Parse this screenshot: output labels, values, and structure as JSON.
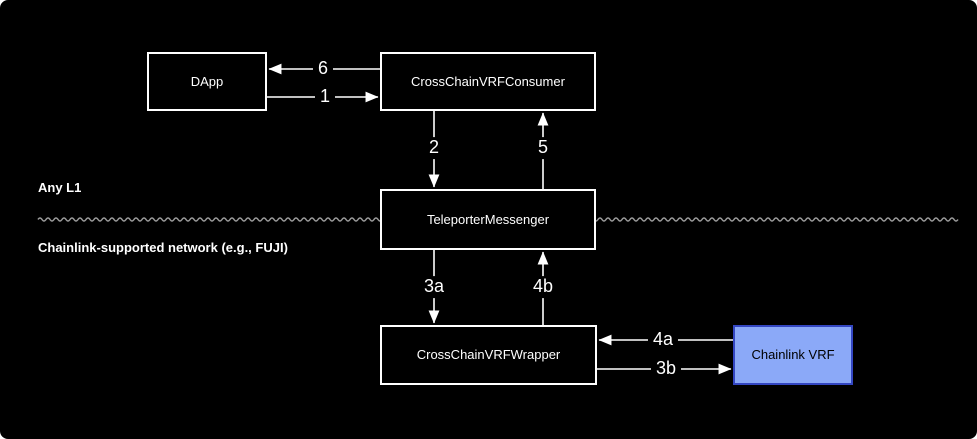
{
  "diagram": {
    "regions": {
      "top_label": "Any L1",
      "bottom_label": "Chainlink-supported network (e.g., FUJI)"
    },
    "nodes": {
      "dapp": {
        "label": "DApp"
      },
      "consumer": {
        "label": "CrossChainVRFConsumer"
      },
      "teleporter": {
        "label": "TeleporterMessenger"
      },
      "wrapper": {
        "label": "CrossChainVRFWrapper"
      },
      "chainlink_vrf": {
        "label": "Chainlink VRF"
      }
    },
    "edges": [
      {
        "label": "6",
        "from": "CrossChainVRFConsumer",
        "to": "DApp"
      },
      {
        "label": "1",
        "from": "DApp",
        "to": "CrossChainVRFConsumer"
      },
      {
        "label": "2",
        "from": "CrossChainVRFConsumer",
        "to": "TeleporterMessenger"
      },
      {
        "label": "5",
        "from": "TeleporterMessenger",
        "to": "CrossChainVRFConsumer"
      },
      {
        "label": "3a",
        "from": "TeleporterMessenger",
        "to": "CrossChainVRFWrapper"
      },
      {
        "label": "4b",
        "from": "CrossChainVRFWrapper",
        "to": "TeleporterMessenger"
      },
      {
        "label": "4a",
        "from": "Chainlink VRF",
        "to": "CrossChainVRFWrapper"
      },
      {
        "label": "3b",
        "from": "CrossChainVRFWrapper",
        "to": "Chainlink VRF"
      }
    ],
    "colors": {
      "canvas_background": "#000000",
      "node_fill": "#000000",
      "node_border": "#ffffff",
      "node_text": "#ffffff",
      "chainlink_fill": "#8ba9f8",
      "chainlink_border": "#3346c2",
      "chainlink_text": "#000000",
      "edge_stroke": "#ffffff",
      "divider_stroke": "#999999"
    }
  }
}
